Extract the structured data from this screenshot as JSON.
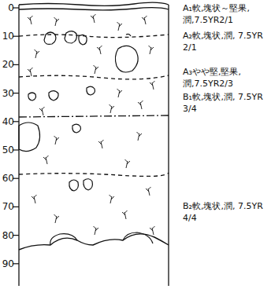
{
  "diagram": {
    "labels": [
      "0",
      "10",
      "20",
      "30",
      "40",
      "50",
      "60",
      "70",
      "80",
      "90",
      "A₁軟,塊状～堅果, 潤,7.5YR2/1",
      "A₂軟,塊状,潤, 7.5YR 2/1",
      "A₃やや堅,堅果, 潤,7.5YR2/3",
      "B₁軟,塊状,潤, 7.5YR 3/4",
      "B₂軟,塊状,潤, 7.5YR 4/4"
    ]
  }
}
